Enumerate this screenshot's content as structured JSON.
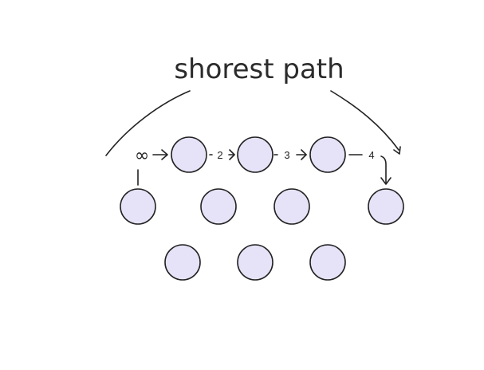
{
  "title": "shorest path",
  "source_label": "∞",
  "edge_labels": [
    "2",
    "3",
    "4"
  ],
  "colors": {
    "node_fill": "#e6e3f8",
    "stroke": "#222222",
    "text": "#2b2b2b"
  }
}
